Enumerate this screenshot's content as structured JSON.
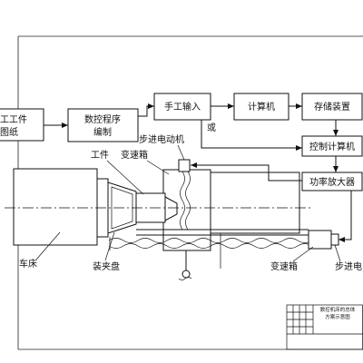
{
  "diagram": {
    "blocks": {
      "part_drawing": [
        "工工件",
        "图纸"
      ],
      "nc_programming": [
        "数控程序",
        "编制"
      ],
      "manual_input": "手工输入",
      "computer": "计算机",
      "storage_device": "存储装置",
      "control_computer": "控制计算机",
      "power_amplifier": "功率放大器"
    },
    "or_label": "或",
    "machine_labels": {
      "workpiece": "工件",
      "stepper_motor_top": "步进电动机",
      "gearbox_top": "变速箱",
      "lathe": "车床",
      "chuck": "装夹盘",
      "gearbox_bottom": "变速箱",
      "stepper_motor_right": "步进电"
    }
  },
  "title_block": {
    "title_lines": [
      "数控机床的总体",
      "方案示意图"
    ]
  },
  "colors": {
    "ink": "#111111",
    "paper": "#ffffff"
  }
}
